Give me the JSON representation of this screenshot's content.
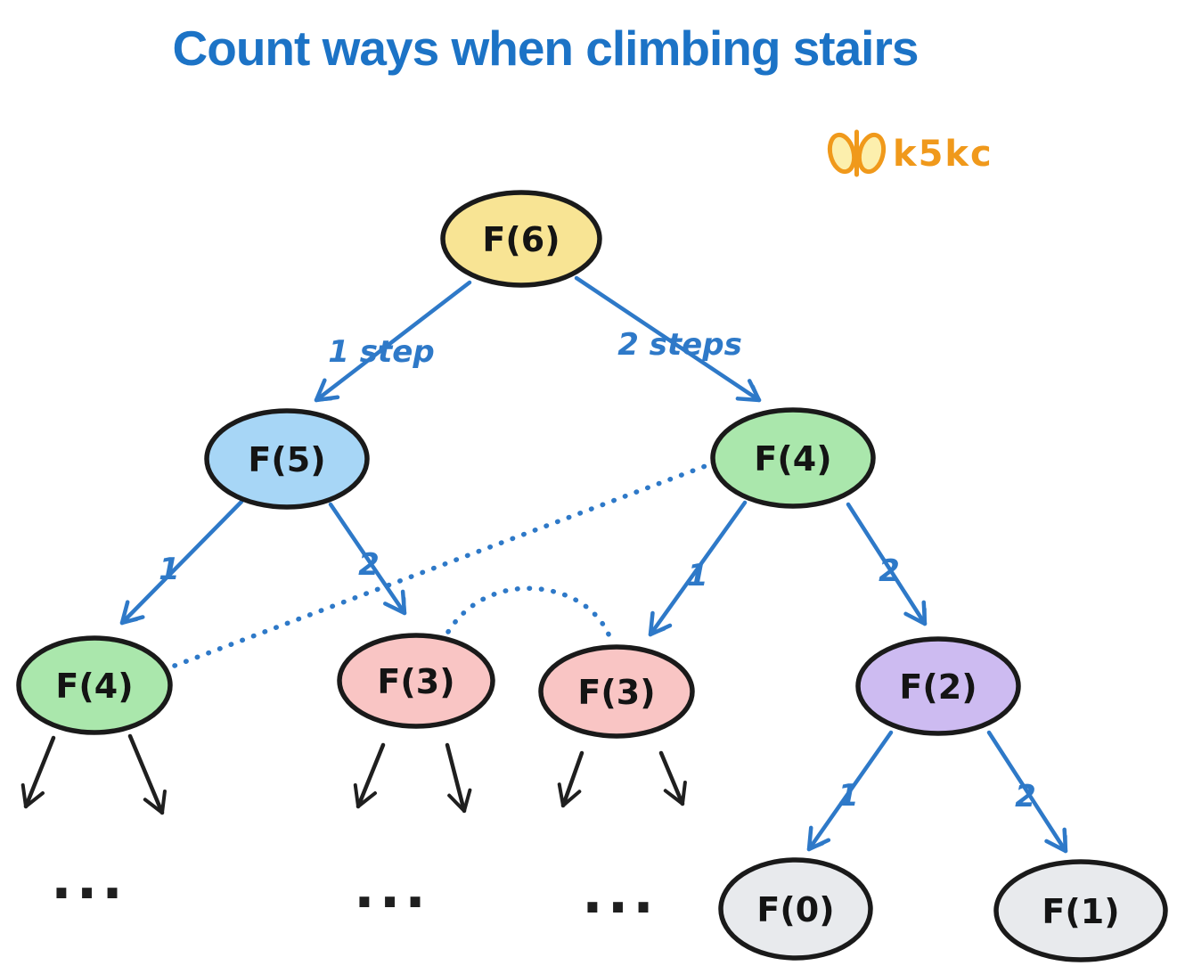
{
  "title": "Count ways when climbing stairs",
  "logo": {
    "text": "k5kc",
    "color": "#f0991b",
    "icon": "butterfly-icon"
  },
  "colors": {
    "title_blue": "#1c73c6",
    "edge_blue": "#2e79c8",
    "node_border": "#1a1a1a",
    "black_arrow": "#1f1f1f",
    "node_yellow": "#f8e494",
    "node_blue": "#a7d6f6",
    "node_green": "#aae7ac",
    "node_pink": "#f9c5c4",
    "node_purple": "#cdbbf1",
    "node_gray": "#e8eaed"
  },
  "nodes": {
    "f6": {
      "label": "F(6)",
      "color": "#f8e494"
    },
    "f5": {
      "label": "F(5)",
      "color": "#a7d6f6"
    },
    "f4_right": {
      "label": "F(4)",
      "color": "#aae7ac"
    },
    "f4_left": {
      "label": "F(4)",
      "color": "#aae7ac"
    },
    "f3_left": {
      "label": "F(3)",
      "color": "#f9c5c4"
    },
    "f3_right": {
      "label": "F(3)",
      "color": "#f9c5c4"
    },
    "f2": {
      "label": "F(2)",
      "color": "#cdbbf1"
    },
    "f0": {
      "label": "F(0)",
      "color": "#e8eaed"
    },
    "f1": {
      "label": "F(1)",
      "color": "#e8eaed"
    }
  },
  "edges": [
    {
      "from": "f6",
      "to": "f5",
      "label": "1 step"
    },
    {
      "from": "f6",
      "to": "f4_right",
      "label": "2 steps"
    },
    {
      "from": "f5",
      "to": "f4_left",
      "label": "1"
    },
    {
      "from": "f5",
      "to": "f3_left",
      "label": "2"
    },
    {
      "from": "f4_right",
      "to": "f3_right",
      "label": "1"
    },
    {
      "from": "f4_right",
      "to": "f2",
      "label": "2"
    },
    {
      "from": "f2",
      "to": "f0",
      "label": "1"
    },
    {
      "from": "f2",
      "to": "f1",
      "label": "2"
    }
  ],
  "ellipses": {
    "left": "...",
    "middle": "...",
    "right": "..."
  }
}
